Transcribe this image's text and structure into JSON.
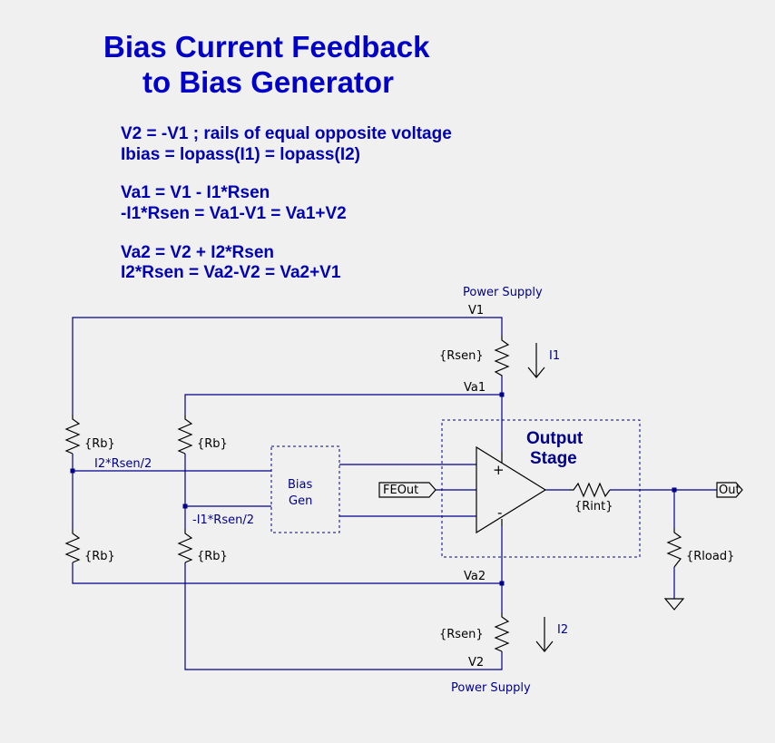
{
  "title": {
    "line1": "Bias Current Feedback",
    "line2": "to Bias Generator"
  },
  "equations": [
    "V2 = -V1    ; rails of equal opposite voltage",
    "Ibias = lopass(I1) = lopass(I2)",
    "Va1 = V1 - I1*Rsen",
    "-I1*Rsen = Va1-V1 = Va1+V2",
    "Va2 = V2 + I2*Rsen",
    "I2*Rsen = Va2-V2 = Va2+V1"
  ],
  "labels": {
    "power_supply_top": "Power Supply",
    "power_supply_bottom": "Power Supply",
    "v1": "V1",
    "v2": "V2",
    "va1": "Va1",
    "va2": "Va2",
    "i1": "I1",
    "i2": "I2",
    "rsen_top": "{Rsen}",
    "rsen_bottom": "{Rsen}",
    "rb_1": "{Rb}",
    "rb_2": "{Rb}",
    "rb_3": "{Rb}",
    "rb_4": "{Rb}",
    "net_i2rsen": "I2*Rsen/2",
    "net_i1rsen": "-I1*Rsen/2",
    "bias_gen_line1": "Bias",
    "bias_gen_line2": "Gen",
    "output_stage_line1": "Output",
    "output_stage_line2": "Stage",
    "plus": "+",
    "minus": "-",
    "feout": "FEOut",
    "rint": "{Rint}",
    "rload": "{Rload}",
    "out": "Out"
  },
  "colors": {
    "title": "#0000c8",
    "wire": "#00008b",
    "component": "#000000",
    "background": "#f0f0f0"
  }
}
